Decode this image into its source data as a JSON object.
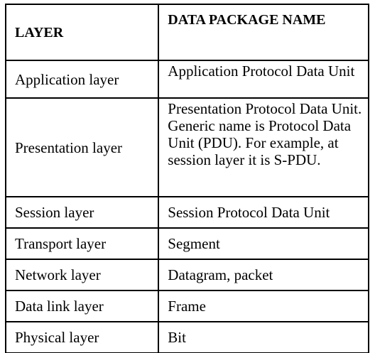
{
  "table": {
    "headers": {
      "layer": "LAYER",
      "data_package_name": "DATA PACKAGE NAME"
    },
    "rows": [
      {
        "layer": "Application layer",
        "name": "Application Protocol Data Unit"
      },
      {
        "layer": "Presentation layer",
        "name": "Presentation Protocol Data Unit.  Generic name is Protocol Data Unit (PDU). For example, at session layer it is S-PDU."
      },
      {
        "layer": "Session layer",
        "name": "Session Protocol Data Unit"
      },
      {
        "layer": "Transport layer",
        "name": "Segment"
      },
      {
        "layer": "Network layer",
        "name": "Datagram, packet"
      },
      {
        "layer": "Data link layer",
        "name": "Frame"
      },
      {
        "layer": "Physical layer",
        "name": "Bit"
      }
    ]
  }
}
